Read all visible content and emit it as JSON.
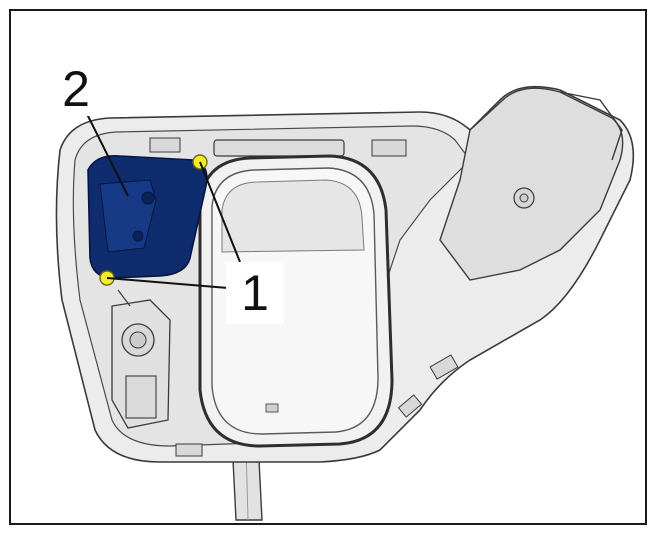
{
  "callouts": [
    {
      "id": "1",
      "text": "1"
    },
    {
      "id": "2",
      "text": "2"
    }
  ],
  "colors": {
    "component_highlight": "#0e2c6e",
    "fastener_marker": "#f2ec2c",
    "housing_fill": "#e9e9e9",
    "outline": "#3a3a3a",
    "frame": "#1a1a1a"
  }
}
